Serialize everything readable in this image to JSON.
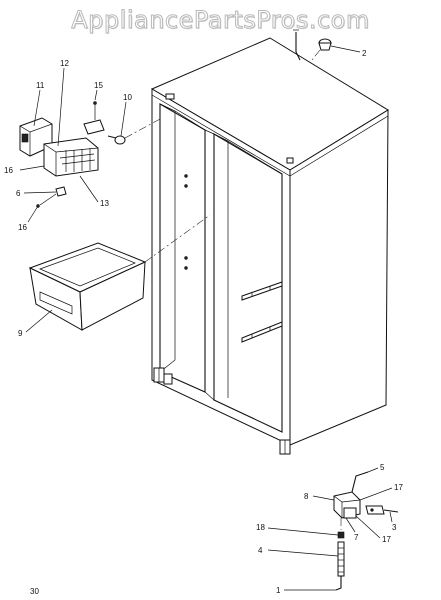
{
  "watermark": "AppliancePartsPros.com",
  "page_number": "30",
  "callouts": [
    "1",
    "2",
    "3",
    "4",
    "5",
    "6",
    "7",
    "8",
    "9",
    "10",
    "11",
    "12",
    "13",
    "15",
    "16",
    "16",
    "17",
    "17",
    "18"
  ]
}
